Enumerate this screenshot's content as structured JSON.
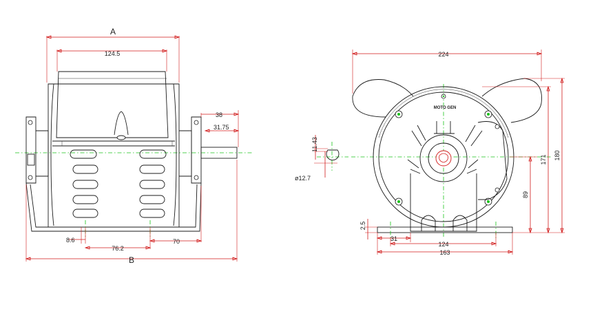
{
  "dimensions": {
    "side_view": {
      "A": "A",
      "B": "B",
      "d124_5": "124.5",
      "d38": "38",
      "d31_75": "31.75",
      "d8_6": "8.6",
      "d76_2": "76.2",
      "d70": "70"
    },
    "shaft_detail": {
      "d11_43": "11.43",
      "d12_7": "ø12.7"
    },
    "end_view": {
      "d224": "224",
      "d171": "171",
      "d180": "180",
      "d89": "89",
      "d2_5": "2.5",
      "d31": "31",
      "d124": "124",
      "d163": "163",
      "brand": "MOTO GEN"
    }
  },
  "colors": {
    "dimension": "#d11a1a",
    "centerline": "#19c419",
    "outline": "#1a1a1a"
  }
}
